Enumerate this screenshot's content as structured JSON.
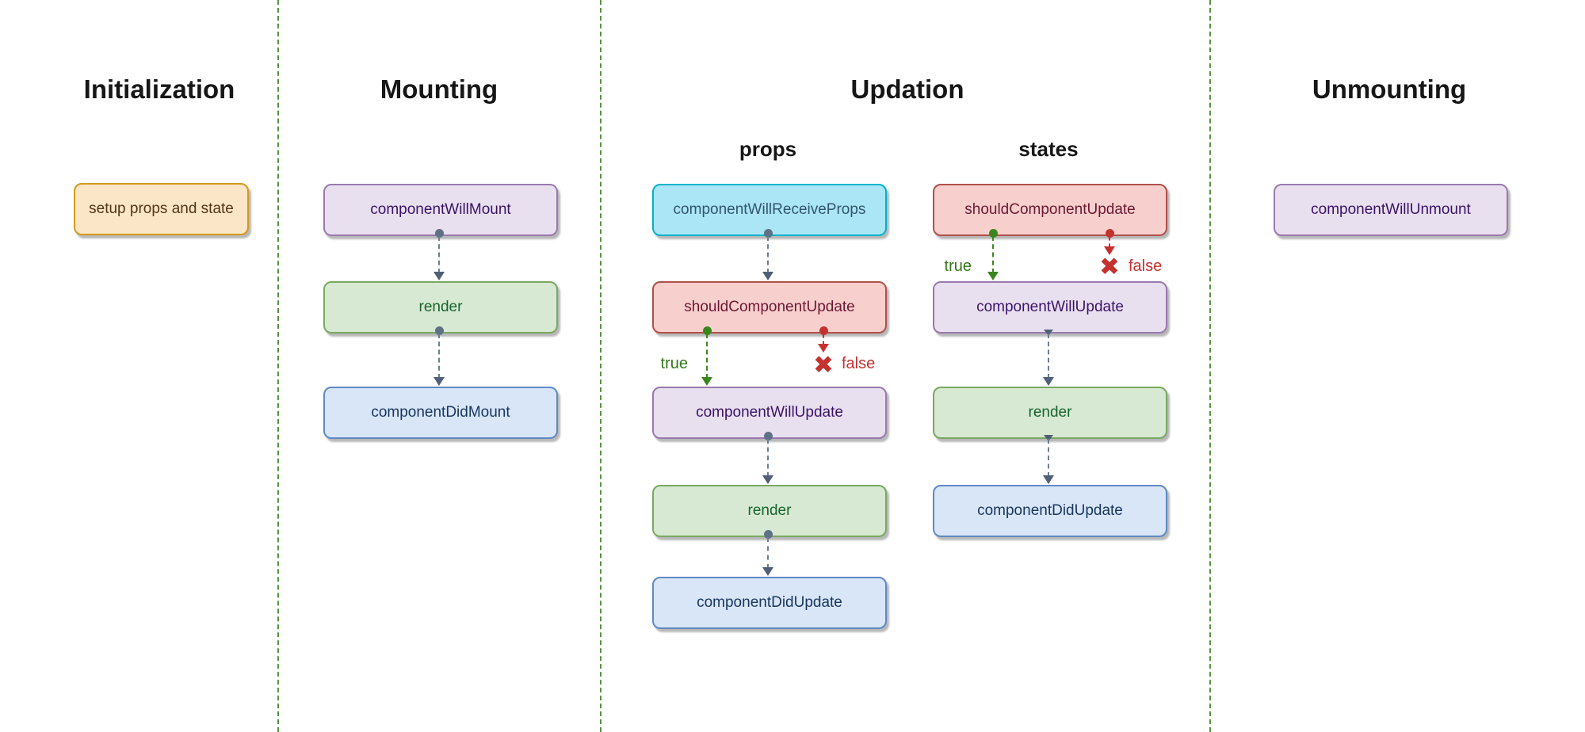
{
  "columns": [
    {
      "title": "Initialization"
    },
    {
      "title": "Mounting"
    },
    {
      "title": "Updation",
      "subcolumns": [
        {
          "label": "props"
        },
        {
          "label": "states"
        }
      ]
    },
    {
      "title": "Unmounting"
    }
  ],
  "nodes": [
    {
      "label": "setup props and state",
      "style": "orange",
      "column": "Initialization"
    },
    {
      "label": "componentWillMount",
      "style": "purple",
      "column": "Mounting"
    },
    {
      "label": "render",
      "style": "green",
      "column": "Mounting"
    },
    {
      "label": "componentDidMount",
      "style": "blue",
      "column": "Mounting"
    },
    {
      "label": "componentWillReceiveProps",
      "style": "cyan",
      "column": "Updation/props"
    },
    {
      "label": "shouldComponentUpdate",
      "style": "red",
      "column": "Updation/props"
    },
    {
      "label": "componentWillUpdate",
      "style": "purple",
      "column": "Updation/props"
    },
    {
      "label": "render",
      "style": "green",
      "column": "Updation/props"
    },
    {
      "label": "componentDidUpdate",
      "style": "blue",
      "column": "Updation/props"
    },
    {
      "label": "shouldComponentUpdate",
      "style": "red",
      "column": "Updation/states"
    },
    {
      "label": "componentWillUpdate",
      "style": "purple",
      "column": "Updation/states"
    },
    {
      "label": "render",
      "style": "green",
      "column": "Updation/states"
    },
    {
      "label": "componentDidUpdate",
      "style": "blue",
      "column": "Updation/states"
    },
    {
      "label": "componentWillUnmount",
      "style": "purple",
      "column": "Unmounting"
    }
  ],
  "branches": {
    "props_true": "true",
    "props_false": "false",
    "states_true": "true",
    "states_false": "false"
  },
  "icons": {
    "false_x": "✖"
  },
  "palette": {
    "orange_fill": "#fbe6c7",
    "orange_border": "#d29b1d",
    "orange_text": "#54351a",
    "purple_fill": "#e8e0ef",
    "purple_border": "#9a79ae",
    "purple_text": "#3c1368",
    "green_fill": "#d7e9d2",
    "green_border": "#7aa862",
    "green_text": "#17642e",
    "blue_fill": "#d8e6f7",
    "blue_border": "#6189c4",
    "blue_text": "#19365f",
    "red_fill": "#f7d0cd",
    "red_border": "#b0504a",
    "red_text": "#6e1734",
    "cyan_fill": "#abe6f6",
    "cyan_border": "#00b2cb",
    "cyan_text": "#33566b",
    "flow_connector": "#5f7186",
    "true_connector": "#3b861e",
    "false_connector": "#c43230",
    "divider": "#589144",
    "background": "#ffffff"
  }
}
